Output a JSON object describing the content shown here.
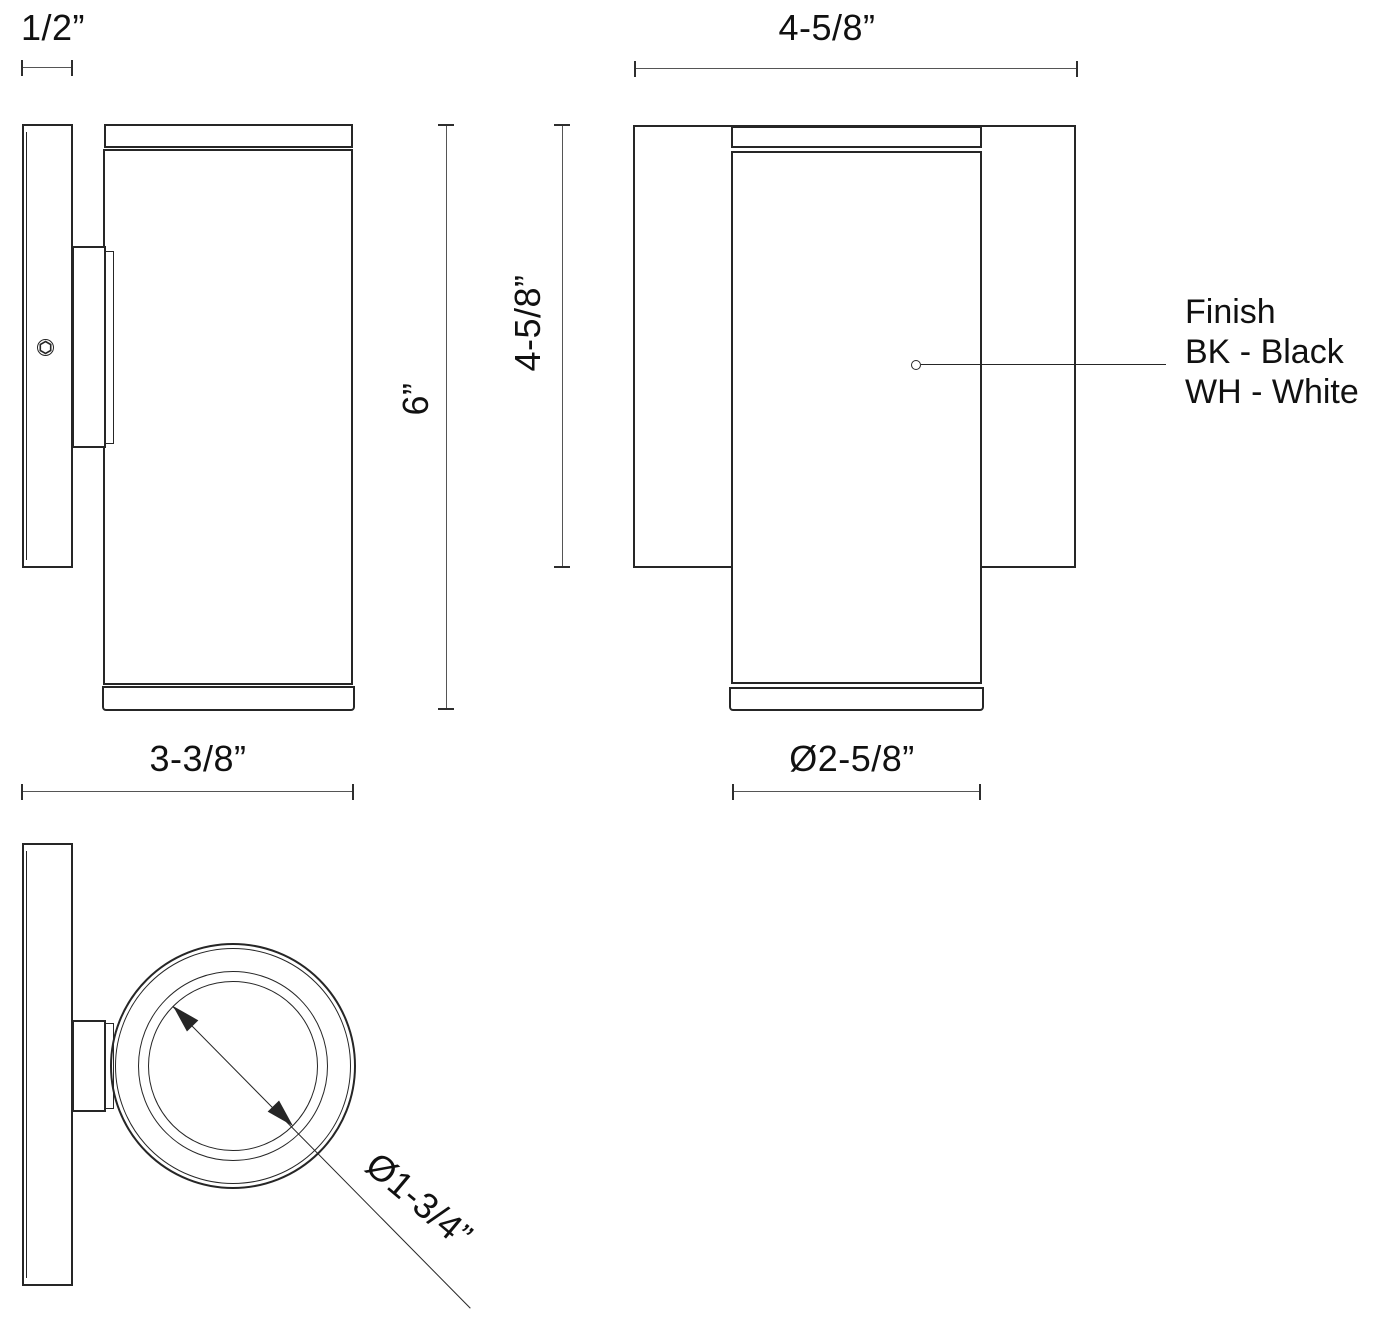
{
  "side_view": {
    "plate_depth_label": "1/2”",
    "height_label": "6”",
    "width_label": "3-3/8”"
  },
  "front_view": {
    "width_label": "4-5/8”",
    "backplate_height_label": "4-5/8”",
    "diameter_label": "Ø2-5/8”"
  },
  "bottom_view": {
    "opening_diameter_label": "Ø1-3/4”"
  },
  "finish_note": {
    "title": "Finish",
    "option_black": "BK - Black",
    "option_white": "WH - White"
  },
  "colors": {
    "line": "#262626",
    "dimension_line": "#555555",
    "text": "#111111",
    "background": "#ffffff"
  }
}
